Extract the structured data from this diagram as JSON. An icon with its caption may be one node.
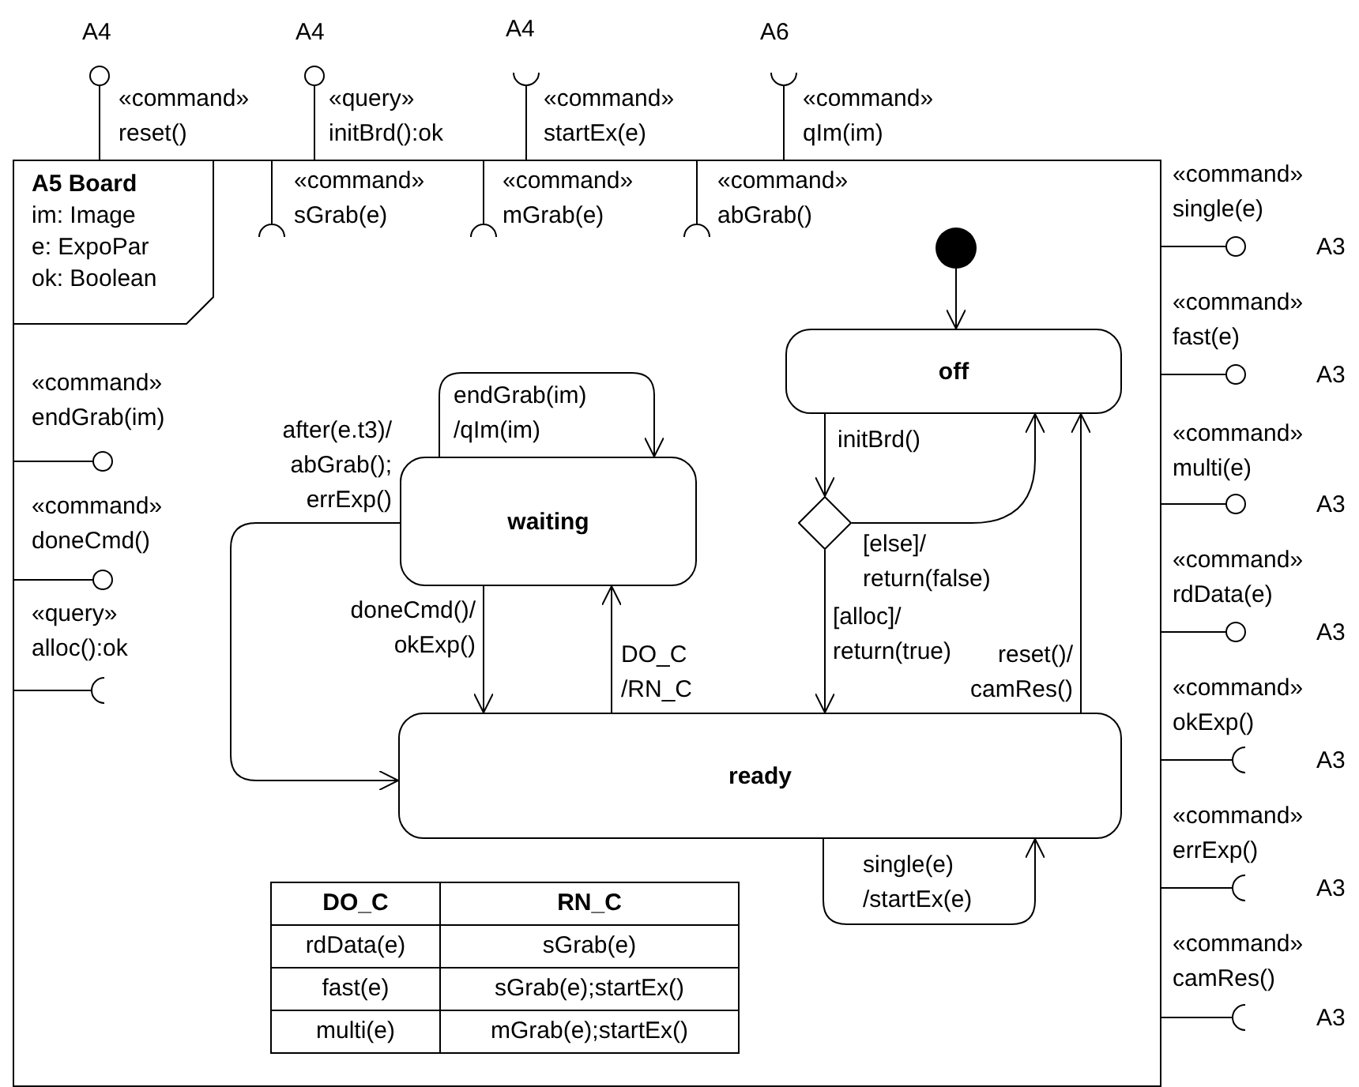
{
  "diagram": {
    "nodes": [
      {
        "text": [
          "A5 Board",
          "im: Image",
          "e: ExpoPar",
          "ok: Boolean"
        ]
      },
      {
        "text": [],
        "shape": "circle",
        "in": 0
      },
      {
        "text": [
          "off"
        ],
        "in": 0
      },
      {
        "text": [
          "waiting"
        ],
        "in": 0
      },
      {
        "text": [],
        "shape": "diamond",
        "in": 0
      },
      {
        "text": [
          "ready"
        ],
        "in": 0
      }
    ],
    "edges": [
      {
        "from": 1,
        "to": 2,
        "arrow": "to"
      },
      {
        "from": 3,
        "to": 3,
        "arrow": "to",
        "label": "endGrab(im) /qIm(im)"
      },
      {
        "from": 3,
        "to": 5,
        "arrow": "to",
        "label": "after(e.t3)/ abGrab(); errExp()"
      },
      {
        "from": 3,
        "to": 5,
        "arrow": "to",
        "label": "doneCmd()/ okExp()"
      },
      {
        "from": 5,
        "to": 3,
        "arrow": "to",
        "label": "DO_C /RN_C"
      },
      {
        "from": 2,
        "to": 4,
        "arrow": "to",
        "label": "initBrd()"
      },
      {
        "from": 4,
        "to": 2,
        "arrow": "to",
        "label": "[else]/ return(false)"
      },
      {
        "from": 4,
        "to": 5,
        "arrow": "to",
        "label": "[alloc]/ return(true)"
      },
      {
        "from": 5,
        "to": 2,
        "arrow": "to",
        "label": "reset()/ camRes()"
      },
      {
        "from": 5,
        "to": 5,
        "arrow": "to",
        "label": "single(e) /startEx(e)"
      }
    ],
    "labels": [
      "A4",
      "A4",
      "A4",
      "A6",
      "«command» reset()",
      "«query» initBrd():ok",
      "«command» startEx(e)",
      "«command» qIm(im)",
      "«command» sGrab(e)",
      "«command» mGrab(e)",
      "«command» abGrab()",
      "«command» endGrab(im)",
      "«command» doneCmd()",
      "«query» alloc():ok",
      "«command» single(e)",
      "A3",
      "«command» fast(e)",
      "A3",
      "«command» multi(e)",
      "A3",
      "«command» rdData(e)",
      "A3",
      "«command» okExp()",
      "A3",
      "«command» errExp()",
      "A3",
      "«command» camRes()",
      "A3",
      "DO_C",
      "RN_C",
      "rdData(e)",
      "sGrab(e)",
      "fast(e)",
      "sGrab(e);startEx()",
      "multi(e)",
      "mGrab(e);startEx()"
    ]
  }
}
